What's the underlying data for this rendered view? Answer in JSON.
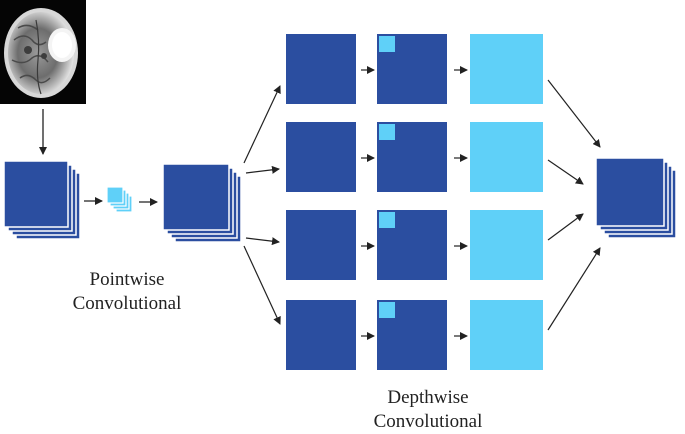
{
  "colors": {
    "dark_block": "#2b4ea0",
    "dark_edge": "#1f3c82",
    "light_block": "#5fd0f8",
    "stack_border": "#ffffff",
    "arrow": "#222222"
  },
  "input_image": "brain-mri-scan",
  "labels": {
    "pointwise_line1": "Pointwise",
    "pointwise_line2": "Convolutional",
    "depthwise_line1": "Depthwise",
    "depthwise_line2": "Convolutional"
  },
  "branches": 4
}
